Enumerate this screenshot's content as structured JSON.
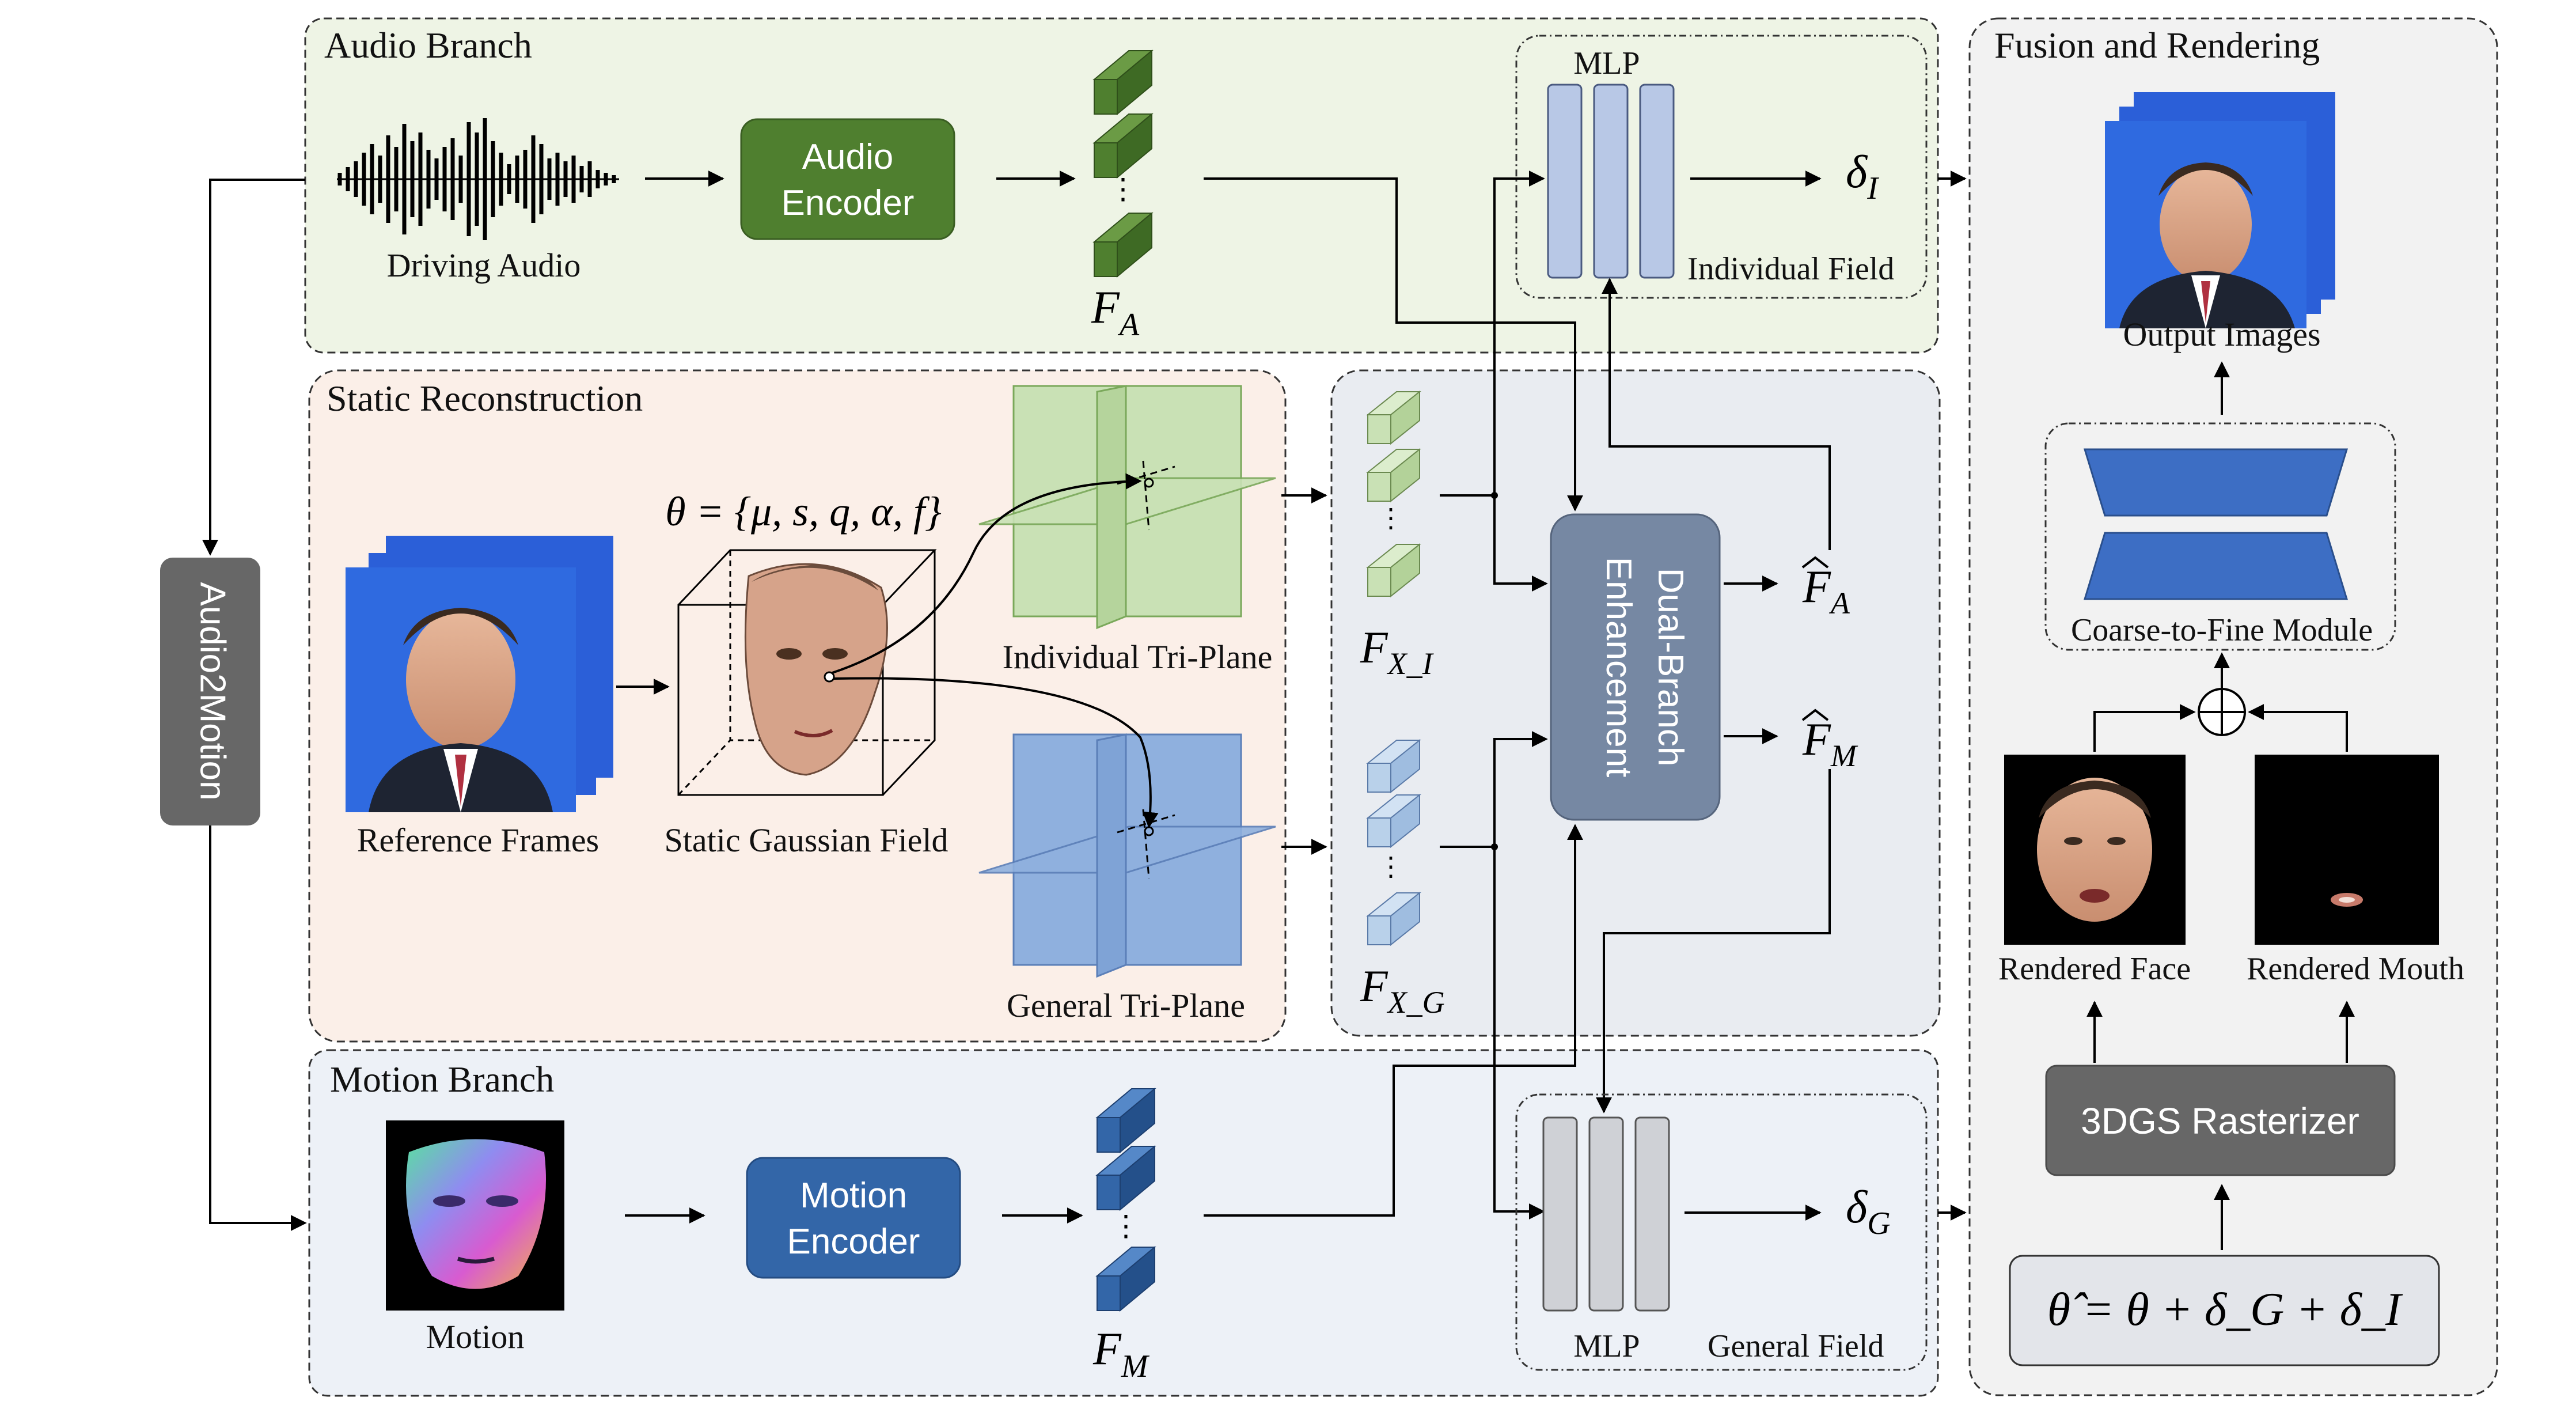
{
  "sections": {
    "audio_branch": "Audio Branch",
    "static_reconstruction": "Static Reconstruction",
    "motion_branch": "Motion Branch",
    "fusion_rendering": "Fusion and Rendering"
  },
  "audio2motion": "Audio2Motion",
  "audio": {
    "caption": "Driving Audio",
    "encoder_line1": "Audio",
    "encoder_line2": "Encoder",
    "feature": "F",
    "feature_sub": "A"
  },
  "static": {
    "theta_eq": "θ = {μ, s, q, α, f}",
    "reference_frames": "Reference Frames",
    "gaussian_field": "Static Gaussian Field",
    "individual_triplane": "Individual Tri-Plane",
    "general_triplane": "General Tri-Plane"
  },
  "features": {
    "fxi": "F",
    "fxi_sub": "X_I",
    "fxg": "F",
    "fxg_sub": "X_G"
  },
  "dual_branch": {
    "line1": "Dual-Branch",
    "line2": "Enhancement"
  },
  "enhanced": {
    "fa": "F",
    "fa_sub": "A",
    "fm": "F",
    "fm_sub": "M"
  },
  "individual_field": {
    "mlp": "MLP",
    "label": "Individual Field",
    "delta": "δ",
    "delta_sub": "I"
  },
  "general_field": {
    "mlp": "MLP",
    "label": "General Field",
    "delta": "δ",
    "delta_sub": "G"
  },
  "motion": {
    "caption": "Motion",
    "encoder_line1": "Motion",
    "encoder_line2": "Encoder",
    "feature": "F",
    "feature_sub": "M"
  },
  "fusion": {
    "output_images": "Output Images",
    "coarse_to_fine": "Coarse-to-Fine Module",
    "rendered_face": "Rendered Face",
    "rendered_mouth": "Rendered Mouth",
    "rasterizer": "3DGS Rasterizer",
    "final_eq": "θ̂ = θ + δ_G + δ_I"
  },
  "colors": {
    "audio_bg": "#eef4e5",
    "static_bg": "#fbefe8",
    "motion_bg": "#edf1f7",
    "fusion_bg": "#f2f2f2",
    "dual_bg": "#e9ecf1",
    "green_dark": "#4f7f2f",
    "green_light": "#c9e1b5",
    "blue_dark": "#3366a8",
    "blue_light": "#b9d1ea",
    "blue_mlp": "#b8c8e6",
    "grey_mlp": "#cfd1d6",
    "dual_box": "#7688a3",
    "rasterizer": "#676767",
    "trapezoid": "#3d6ec4"
  }
}
